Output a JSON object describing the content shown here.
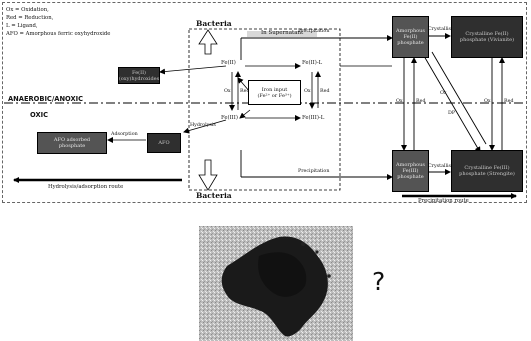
{
  "legend": [
    "Ox = Oxidation,",
    "Red = Reduction,",
    "L = Ligand,",
    "AFO = Amorphous ferric oxyhydroxide"
  ],
  "zones": {
    "anaerobic": "ANAEROBIC/ANOXIC",
    "oxic": "OXIC"
  },
  "labels": {
    "bacteria_top": "Bacteria",
    "bacteria_bottom": "Bacteria",
    "supernatant": "In Supernatant",
    "precipitation_top": "Precipitation",
    "precipitation_bottom": "Precipitation",
    "crystallisation_top": "Crystallisation",
    "crystallisation_bottom": "Crystallisation",
    "adsorption": "Adsorption",
    "hydrolysis": "Hydrolysis",
    "ox": "Ox",
    "red": "Red",
    "dp": "DP",
    "fe2": "Fe(II)",
    "fe3": "Fe(III)",
    "fe2l": "Fe(II)-L",
    "fe3l": "Fe(III)-L",
    "route_left": "Hydrolysis/adsorption route",
    "route_right": "Precipitation route",
    "question": "?"
  },
  "boxes": {
    "feoh": "Fe(II)\n(oxy)hydroxides",
    "afo_bound": "AFO adsorbed\nphosphate",
    "afo": "AFO",
    "iron_input": "Iron input\n(Fe²⁺ or Fe³⁺)",
    "amorph_fe2": "Amorphous\nFe(II)\nphosphate",
    "cryst_fe2": "Crystalline Fe(II)\nphosphate (Vivianite)",
    "amorph_fe3": "Amorphous\nFe(III)\nphosphate",
    "cryst_fe3": "Crystalline Fe(III)\nphosphate (Strengite)"
  },
  "colors": {
    "dark_box": "#2f2f2f",
    "mid_box": "#545454"
  }
}
